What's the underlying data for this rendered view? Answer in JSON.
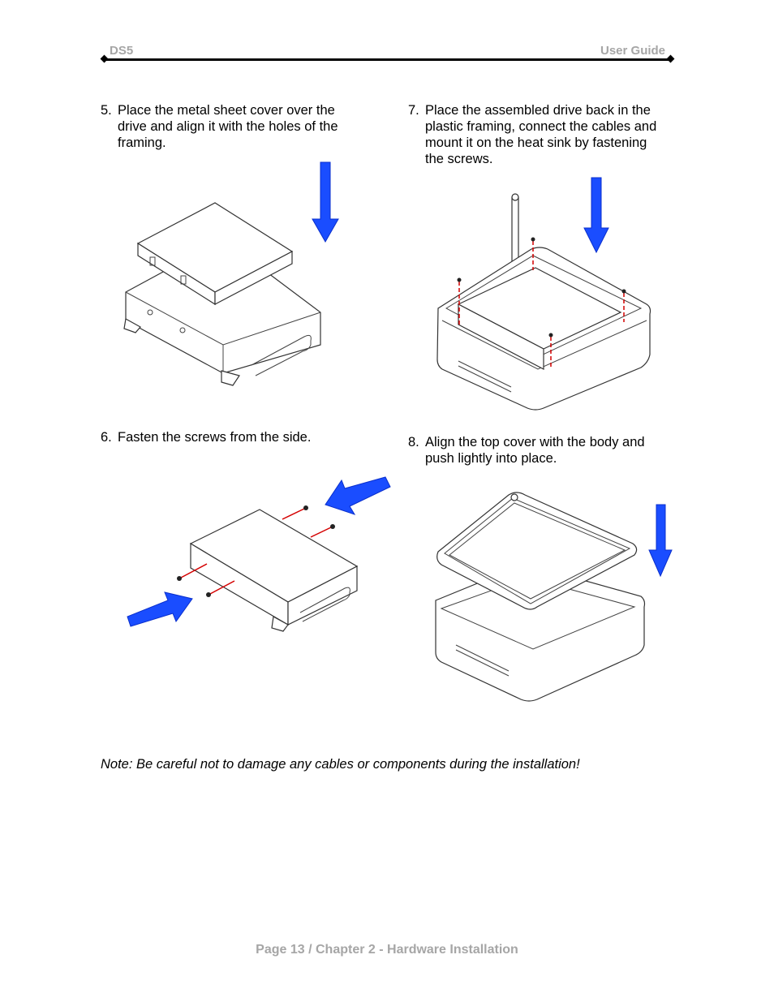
{
  "header": {
    "left": "DS5",
    "right": "User Guide"
  },
  "steps": [
    {
      "number": "5.",
      "lines": [
        "Place the metal sheet cover over the",
        "drive and align it with the holes of the",
        "framing."
      ]
    },
    {
      "number": "7.",
      "lines": [
        "Place the assembled drive back in the",
        "plastic framing, connect the cables and",
        "mount it on the heat sink by fastening",
        "the screws."
      ]
    },
    {
      "number": "6.",
      "lines": [
        "Fasten the screws from the side."
      ]
    },
    {
      "number": "8.",
      "lines": [
        "Align the top cover with the body and",
        "push lightly into place."
      ]
    }
  ],
  "note": "Note: Be careful not to damage any cables or components during the installation!",
  "footer": "Page 13  /  Chapter 2 - Hardware Installation",
  "colors": {
    "arrow": "#1a4dff",
    "screw_line": "#d40000",
    "header_text": "#a6a6a6"
  }
}
